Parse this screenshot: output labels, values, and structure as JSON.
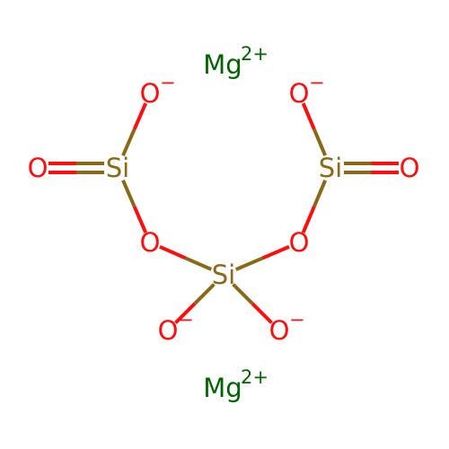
{
  "colors": {
    "oxygen": "#FF0D0D",
    "silicon": "#8B6914",
    "magnesium": "#006400",
    "background": "#FFFFFF"
  },
  "atoms": [
    {
      "id": "mg-top",
      "symbol": "Mg",
      "charge": "2+",
      "element": "magnesium"
    },
    {
      "id": "mg-bottom",
      "symbol": "Mg",
      "charge": "2+",
      "element": "magnesium"
    },
    {
      "id": "o-anion-left",
      "symbol": "O",
      "charge": "−",
      "element": "oxygen"
    },
    {
      "id": "o-anion-right",
      "symbol": "O",
      "charge": "−",
      "element": "oxygen"
    },
    {
      "id": "o-double-left",
      "symbol": "O",
      "charge": "",
      "element": "oxygen"
    },
    {
      "id": "si-left",
      "symbol": "Si",
      "charge": "",
      "element": "silicon"
    },
    {
      "id": "si-right",
      "symbol": "Si",
      "charge": "",
      "element": "silicon"
    },
    {
      "id": "o-double-right",
      "symbol": "O",
      "charge": "",
      "element": "oxygen"
    },
    {
      "id": "o-bridge-left",
      "symbol": "O",
      "charge": "",
      "element": "oxygen"
    },
    {
      "id": "o-bridge-right",
      "symbol": "O",
      "charge": "",
      "element": "oxygen"
    },
    {
      "id": "si-bottom",
      "symbol": "Si",
      "charge": "",
      "element": "silicon"
    },
    {
      "id": "o-anion-bottom-left",
      "symbol": "O",
      "charge": "−",
      "element": "oxygen"
    },
    {
      "id": "o-anion-bottom-right",
      "symbol": "O",
      "charge": "−",
      "element": "oxygen"
    }
  ],
  "bonds": [
    {
      "from": "si-left",
      "to": "o-anion-left",
      "order": 1
    },
    {
      "from": "si-left",
      "to": "o-double-left",
      "order": 2
    },
    {
      "from": "si-left",
      "to": "o-bridge-left",
      "order": 1
    },
    {
      "from": "o-bridge-left",
      "to": "si-bottom",
      "order": 1
    },
    {
      "from": "si-bottom",
      "to": "o-bridge-right",
      "order": 1
    },
    {
      "from": "o-bridge-right",
      "to": "si-right",
      "order": 1
    },
    {
      "from": "si-right",
      "to": "o-anion-right",
      "order": 1
    },
    {
      "from": "si-right",
      "to": "o-double-right",
      "order": 2
    },
    {
      "from": "si-bottom",
      "to": "o-anion-bottom-left",
      "order": 1
    },
    {
      "from": "si-bottom",
      "to": "o-anion-bottom-right",
      "order": 1
    }
  ]
}
